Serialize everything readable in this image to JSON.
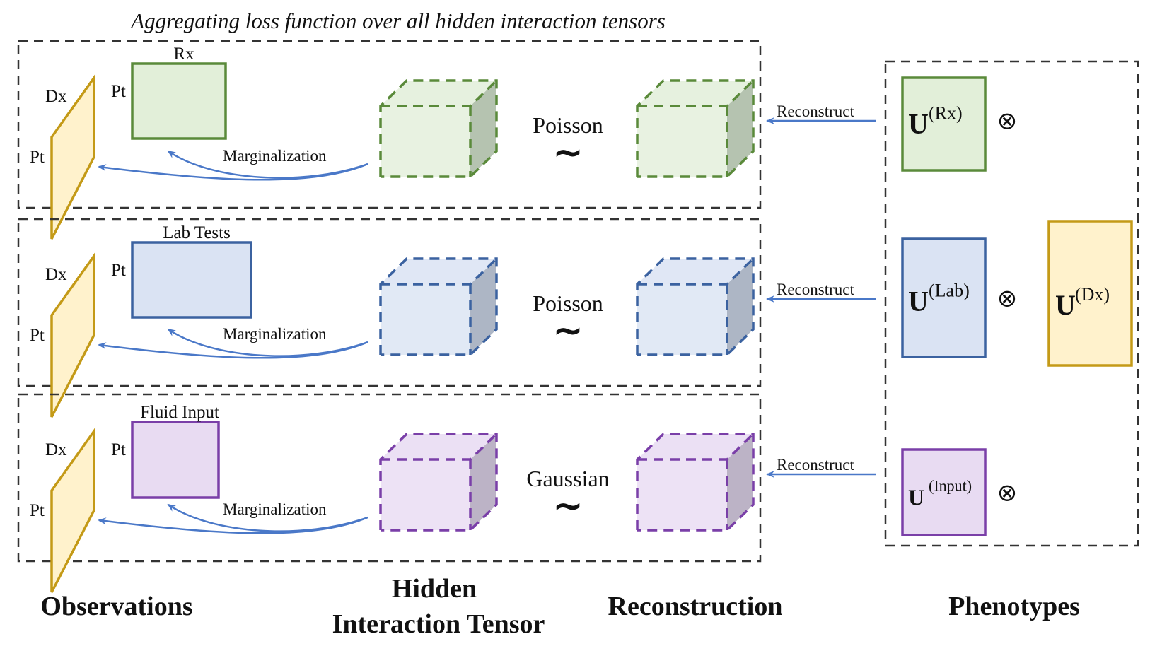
{
  "title": "Aggregating loss function over all hidden interaction tensors",
  "colors": {
    "rx_stroke": "#5a8a3a",
    "rx_fill": "#e2efd9",
    "rx_side": "#b5c3b0",
    "lab_stroke": "#3b62a0",
    "lab_fill": "#dae3f3",
    "lab_side": "#adb6c5",
    "input_stroke": "#7a3fa8",
    "input_fill": "#e8dbf2",
    "input_side": "#bcb3c6",
    "dx_stroke": "#c49a17",
    "dx_fill": "#fff2cc",
    "arrow": "#4a78c8",
    "dash": "#333333"
  },
  "rows": [
    {
      "modality_label": "Rx",
      "dx_label": "Dx",
      "pt_label_plane": "Pt",
      "pt_label_matrix": "Pt",
      "marginalization_label": "Marginalization",
      "distribution": "Poisson",
      "tilde": "~",
      "reconstruct_label": "Reconstruct",
      "color_key": "rx"
    },
    {
      "modality_label": "Lab Tests",
      "dx_label": "Dx",
      "pt_label_plane": "Pt",
      "pt_label_matrix": "Pt",
      "marginalization_label": "Marginalization",
      "distribution": "Poisson",
      "tilde": "~",
      "reconstruct_label": "Reconstruct",
      "color_key": "lab"
    },
    {
      "modality_label": "Fluid Input",
      "dx_label": "Dx",
      "pt_label_plane": "Pt",
      "pt_label_matrix": "Pt",
      "marginalization_label": "Marginalization",
      "distribution": "Gaussian",
      "tilde": "~",
      "reconstruct_label": "Reconstruct",
      "color_key": "input"
    }
  ],
  "phenotypes": {
    "factors": [
      {
        "base": "U",
        "superscript": "(Rx)",
        "operator": "⊗",
        "color_key": "rx"
      },
      {
        "base": "U",
        "superscript": "(Lab)",
        "operator": "⊗",
        "color_key": "lab"
      },
      {
        "base": "U",
        "superscript": "(Input)",
        "operator": "⊗",
        "color_key": "input"
      }
    ],
    "shared_factor": {
      "base": "U",
      "superscript": "(Dx)",
      "color_key": "dx"
    }
  },
  "columns": {
    "observations": "Observations",
    "hidden_line1": "Hidden",
    "hidden_line2": "Interaction Tensor",
    "reconstruction": "Reconstruction",
    "phenotypes": "Phenotypes"
  }
}
